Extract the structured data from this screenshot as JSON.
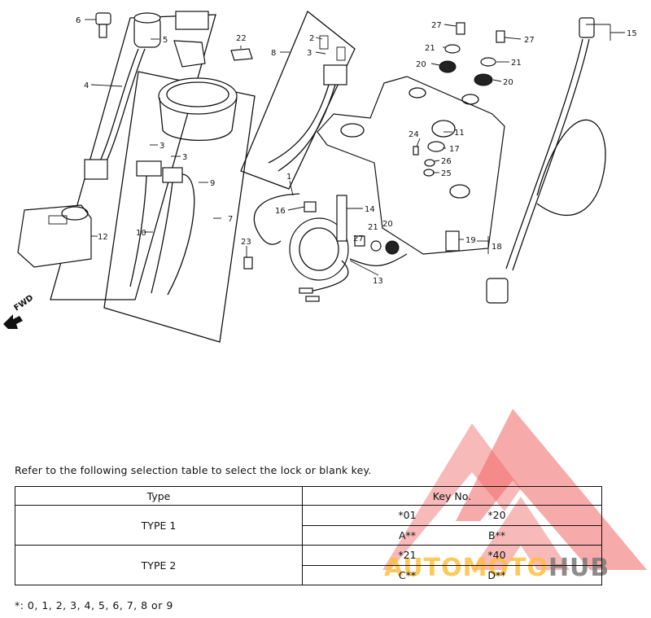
{
  "diagram": {
    "callouts": [
      "1",
      "2",
      "3",
      "3",
      "3",
      "4",
      "5",
      "6",
      "7",
      "8",
      "9",
      "10",
      "11",
      "12",
      "13",
      "14",
      "15",
      "16",
      "17",
      "18",
      "19",
      "20",
      "20",
      "20",
      "21",
      "21",
      "21",
      "22",
      "23",
      "24",
      "25",
      "26",
      "27",
      "27",
      "27"
    ],
    "fwd_label": "FWD"
  },
  "intro_text": "Refer to the following selection table to select the lock or blank key.",
  "table": {
    "headers": [
      "Type",
      "Key No."
    ],
    "rows": [
      {
        "type": "TYPE 1",
        "keys": [
          [
            "*01",
            "*20"
          ],
          [
            "A**",
            "B**"
          ]
        ]
      },
      {
        "type": "TYPE 2",
        "keys": [
          [
            "*21",
            "*40"
          ],
          [
            "C**",
            "D**"
          ]
        ]
      }
    ]
  },
  "footnote": "*: 0, 1, 2, 3, 4, 5, 6, 7, 8 or 9",
  "watermark": {
    "part1": "AUTOMOTO",
    "part2": "HUB"
  }
}
